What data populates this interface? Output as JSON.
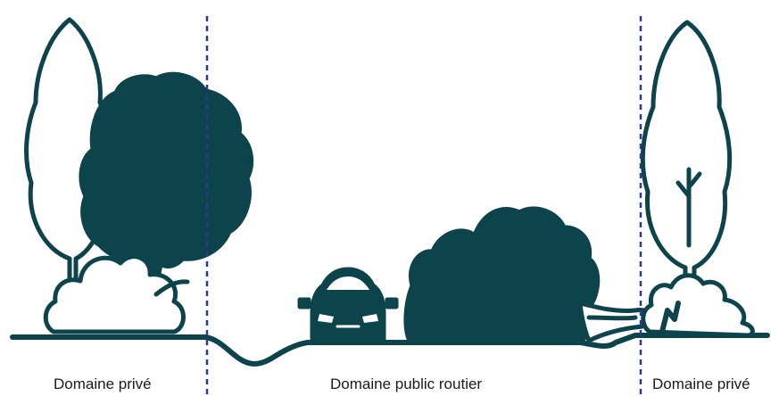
{
  "colors": {
    "vegetation": "#0d434b",
    "outline": "#0d434b",
    "boundary_line": "#2a3a9a",
    "background": "#ffffff"
  },
  "zones": {
    "left": "Domaine privé",
    "center": "Domaine public routier",
    "right": "Domaine privé"
  },
  "icons": [
    "poplar-tree-icon",
    "deciduous-tree-icon",
    "shrub-icon",
    "car-icon",
    "hedge-icon",
    "fallen-branch-icon"
  ]
}
